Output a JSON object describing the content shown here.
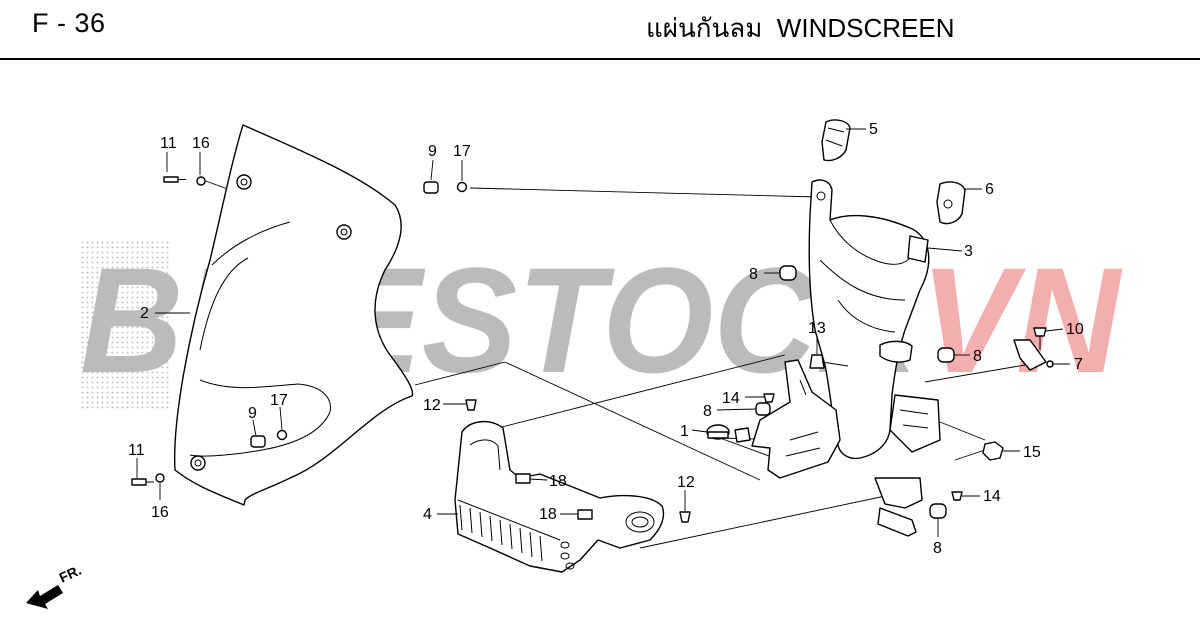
{
  "header": {
    "page_code": "F - 36",
    "title": "แผ่นกันลม  WINDSCREEN"
  },
  "watermark": {
    "brand_main": "BIKESTOCK",
    "brand_suffix": "VN",
    "main_color": "#b4b4b4",
    "suffix_color": "#f2a6a6"
  },
  "direction_marker": {
    "label": "FR.",
    "icon": "arrow-down-left-icon"
  },
  "callouts": [
    {
      "id": "c-11a",
      "label": "11"
    },
    {
      "id": "c-16a",
      "label": "16"
    },
    {
      "id": "c-9a",
      "label": "9"
    },
    {
      "id": "c-17a",
      "label": "17"
    },
    {
      "id": "c-5",
      "label": "5"
    },
    {
      "id": "c-6",
      "label": "6"
    },
    {
      "id": "c-3",
      "label": "3"
    },
    {
      "id": "c-8a",
      "label": "8"
    },
    {
      "id": "c-2",
      "label": "2"
    },
    {
      "id": "c-13",
      "label": "13"
    },
    {
      "id": "c-10",
      "label": "10"
    },
    {
      "id": "c-8b",
      "label": "8"
    },
    {
      "id": "c-7",
      "label": "7"
    },
    {
      "id": "c-12a",
      "label": "12"
    },
    {
      "id": "c-14a",
      "label": "14"
    },
    {
      "id": "c-8c",
      "label": "8"
    },
    {
      "id": "c-9b",
      "label": "9"
    },
    {
      "id": "c-17b",
      "label": "17"
    },
    {
      "id": "c-1",
      "label": "1"
    },
    {
      "id": "c-15",
      "label": "15"
    },
    {
      "id": "c-11b",
      "label": "11"
    },
    {
      "id": "c-18a",
      "label": "18"
    },
    {
      "id": "c-12b",
      "label": "12"
    },
    {
      "id": "c-14b",
      "label": "14"
    },
    {
      "id": "c-16b",
      "label": "16"
    },
    {
      "id": "c-4",
      "label": "4"
    },
    {
      "id": "c-18b",
      "label": "18"
    },
    {
      "id": "c-8d",
      "label": "8"
    }
  ]
}
